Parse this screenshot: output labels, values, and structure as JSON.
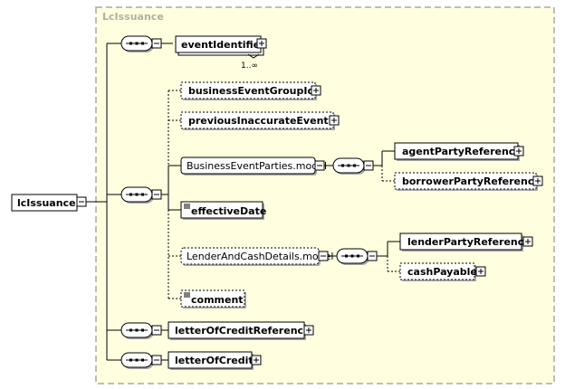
{
  "type_name": "LcIssuance",
  "root_element": "lcIssuance",
  "elements": {
    "eventIdentifier": "eventIdentifier",
    "eventIdentifier_cardinality": "1..∞",
    "businessEventGroupId": "businessEventGroupId",
    "previousInaccurateEventId": "previousInaccurateEventId",
    "businessEventParties_model": "BusinessEventParties.model",
    "agentPartyReference": "agentPartyReference",
    "borrowerPartyReference": "borrowerPartyReference",
    "effectiveDate": "effectiveDate",
    "lenderAndCashDetails_model": "LenderAndCashDetails.model",
    "lenderPartyReference": "lenderPartyReference",
    "cashPayable": "cashPayable",
    "comment": "comment",
    "letterOfCreditReference": "letterOfCreditReference",
    "letterOfCredit": "letterOfCredit"
  },
  "colors": {
    "background": "#ffffff",
    "group_fill": "#ffffe0",
    "group_border": "#a8a8a8",
    "line": "#000000",
    "shadow": "#a8a8a8"
  }
}
